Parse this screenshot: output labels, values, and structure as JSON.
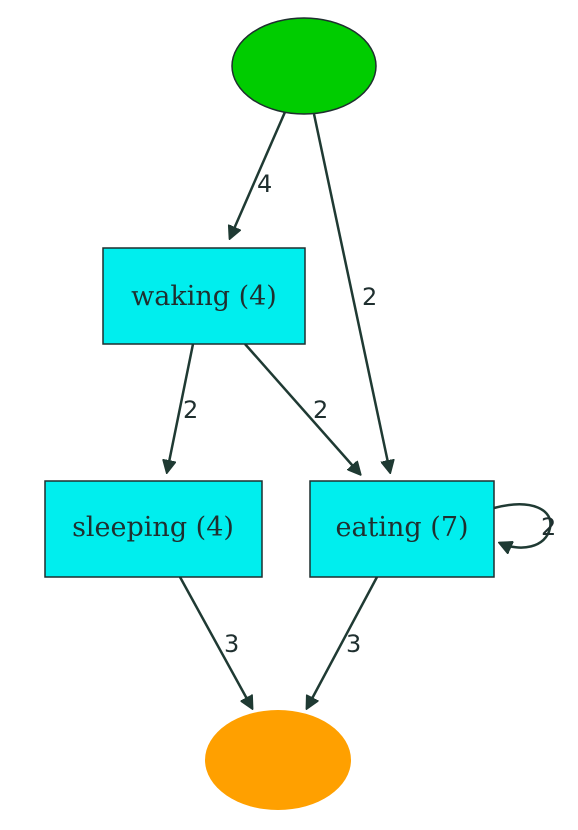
{
  "colors": {
    "start_node": "#00cc00",
    "end_node": "#ffa000",
    "activity_node": "#00eeee",
    "edge": "#1f3a33",
    "node_border": "#1f2f2f"
  },
  "nodes": {
    "start": {
      "shape": "ellipse"
    },
    "waking": {
      "label": "waking (4)"
    },
    "sleeping": {
      "label": "sleeping (4)"
    },
    "eating": {
      "label": "eating (7)"
    },
    "end": {
      "shape": "ellipse"
    }
  },
  "edges": {
    "start_waking": "4",
    "start_eating": "2",
    "waking_sleeping": "2",
    "waking_eating": "2",
    "eating_eating": "2",
    "sleeping_end": "3",
    "eating_end": "3"
  }
}
